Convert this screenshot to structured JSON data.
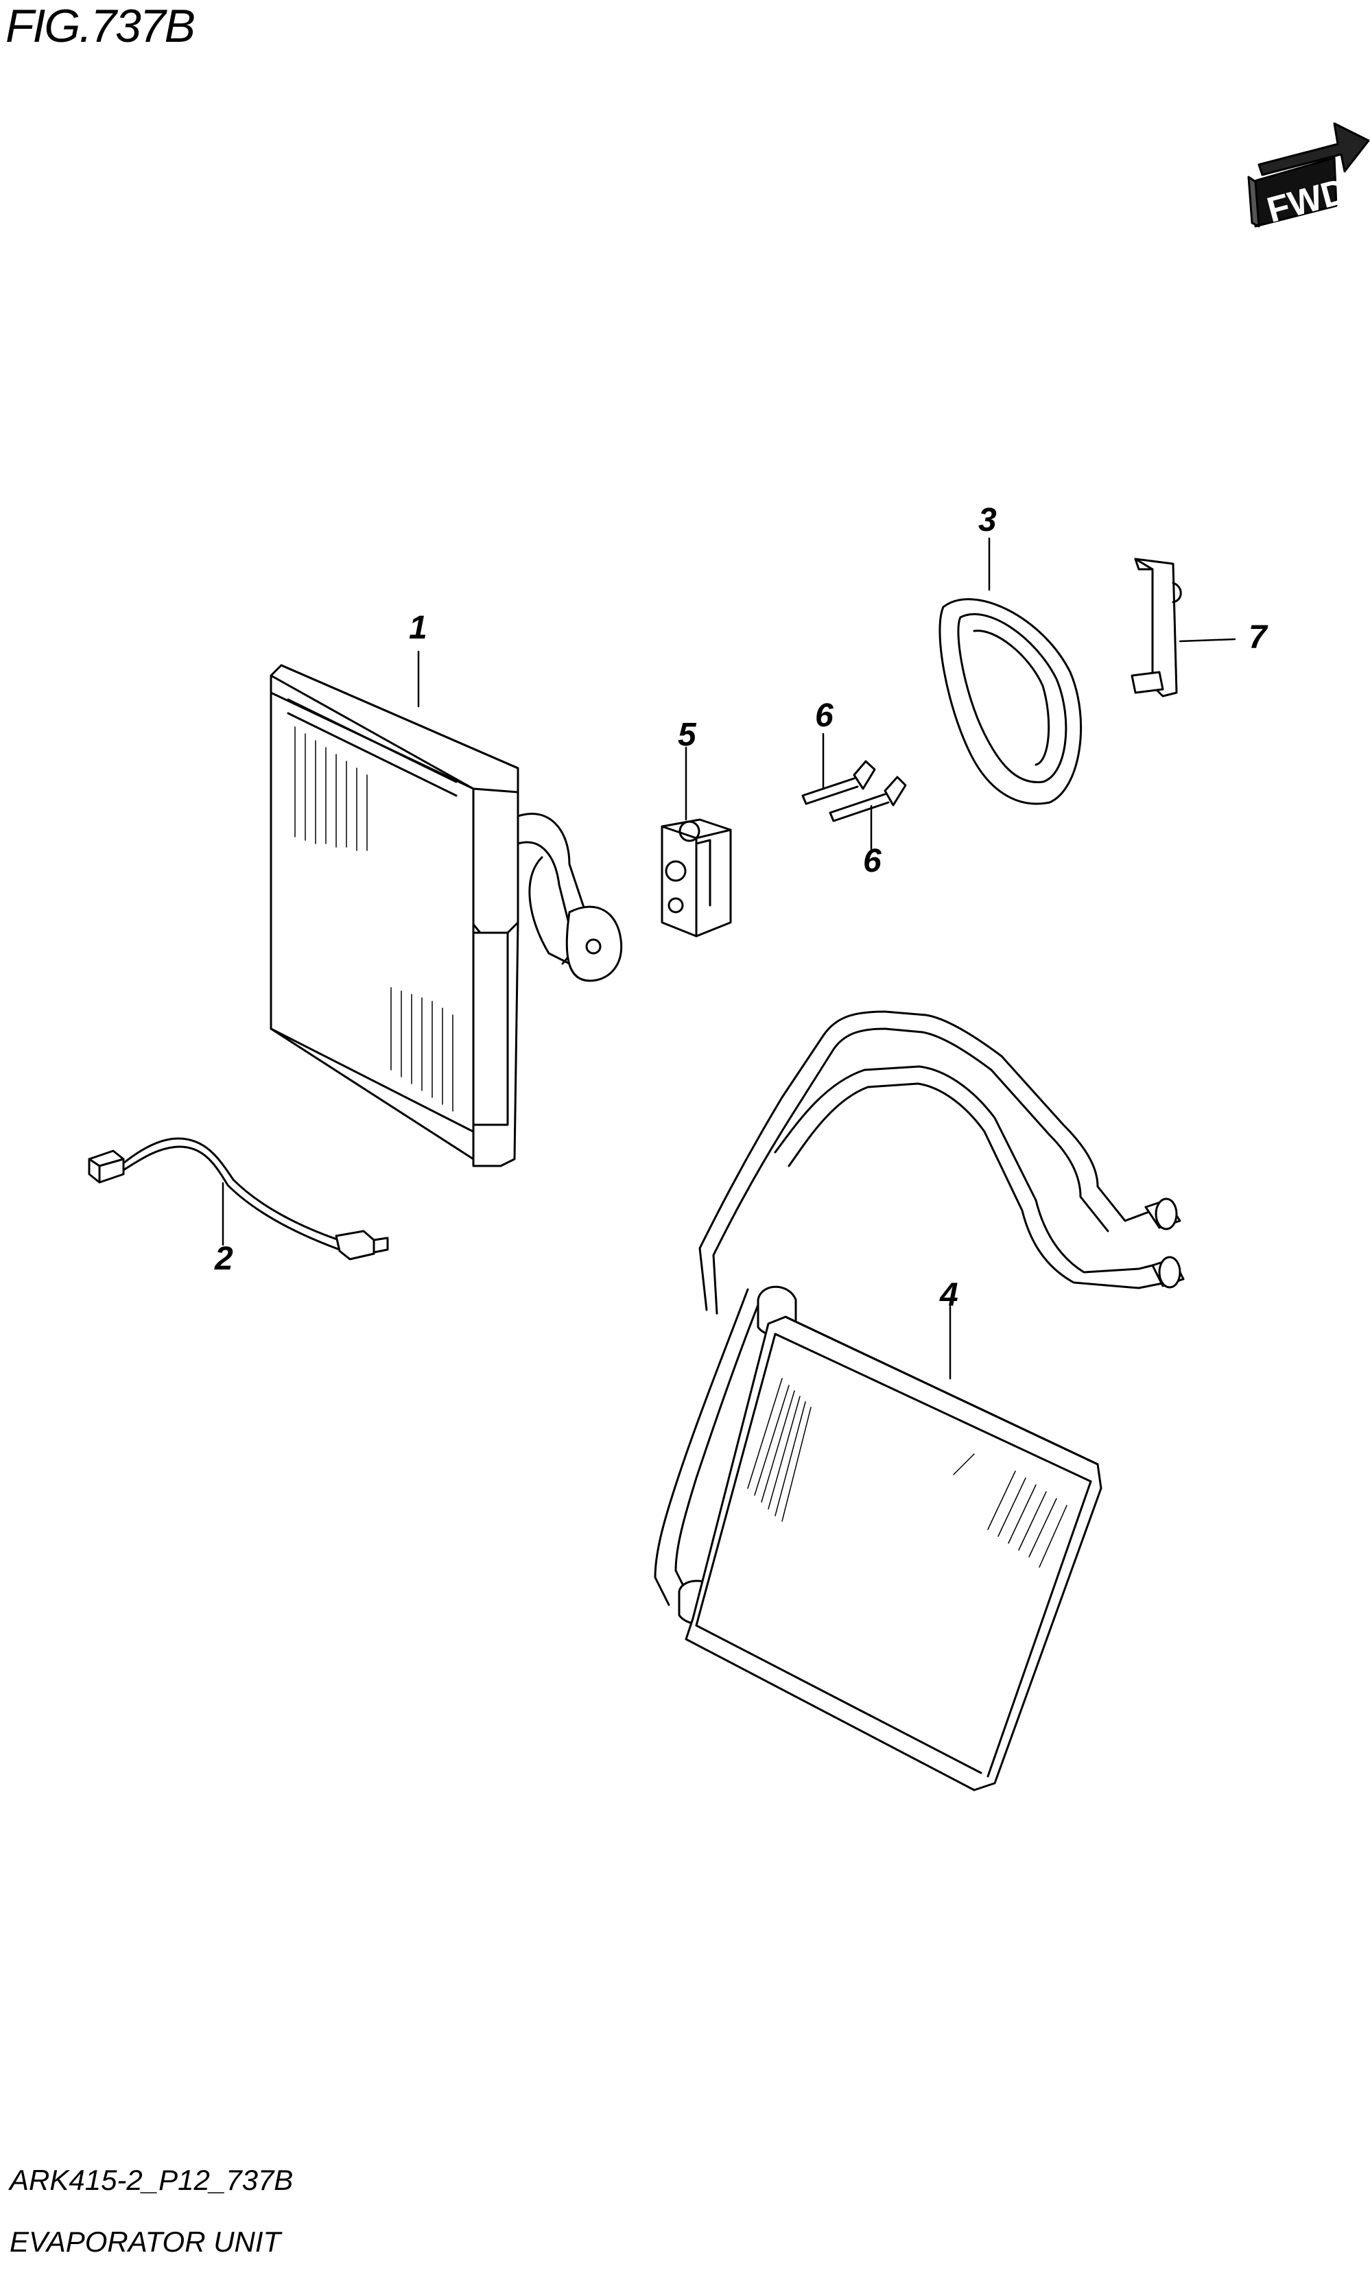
{
  "figure": {
    "title": "FIG.737B",
    "code": "ARK415-2_P12_737B",
    "name": "EVAPORATOR UNIT"
  },
  "direction_badge": {
    "label": "FWD",
    "icon": "forward-arrow-icon"
  },
  "callouts": [
    {
      "id": "1",
      "label": "1",
      "part": "evaporator"
    },
    {
      "id": "2",
      "label": "2",
      "part": "wire-harness"
    },
    {
      "id": "3",
      "label": "3",
      "part": "seal-gasket"
    },
    {
      "id": "4",
      "label": "4",
      "part": "heater-core"
    },
    {
      "id": "5",
      "label": "5",
      "part": "expansion-valve"
    },
    {
      "id": "6a",
      "label": "6",
      "part": "bolt"
    },
    {
      "id": "6b",
      "label": "6",
      "part": "bolt"
    },
    {
      "id": "7",
      "label": "7",
      "part": "bracket"
    }
  ]
}
